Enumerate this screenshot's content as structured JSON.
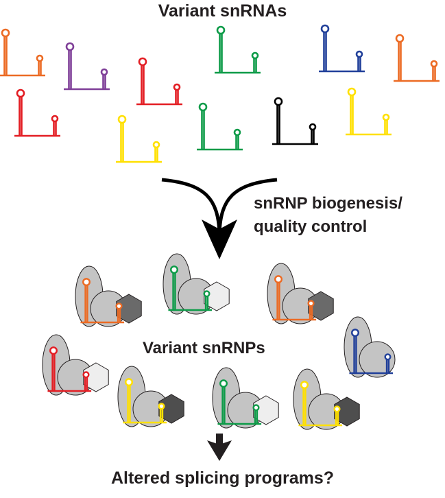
{
  "texts": {
    "title": "Variant snRNAs",
    "process_line1": "snRNP biogenesis/",
    "process_line2": "quality control",
    "middle_label": "Variant snRNPs",
    "outcome": "Altered splicing programs?"
  },
  "colors": {
    "orange": "#ec6b24",
    "purple": "#7f3f98",
    "red": "#e31e24",
    "green": "#0d9b48",
    "blue": "#21409a",
    "yellow": "#ffe000",
    "black": "#000000",
    "protein_light": "#c4c4c4",
    "hex_dark": "#6a6a6a",
    "hex_darker": "#4e4e4e",
    "hex_light": "#eeeeee"
  },
  "snrnas": [
    {
      "color": "orange"
    },
    {
      "color": "purple"
    },
    {
      "color": "red"
    },
    {
      "color": "green"
    },
    {
      "color": "blue"
    },
    {
      "color": "orange"
    },
    {
      "color": "red"
    },
    {
      "color": "yellow"
    },
    {
      "color": "green"
    },
    {
      "color": "black"
    },
    {
      "color": "yellow"
    }
  ],
  "snrnps": [
    {
      "color": "orange",
      "hex": "dark"
    },
    {
      "color": "green",
      "hex": "light"
    },
    {
      "color": "orange",
      "hex": "dark"
    },
    {
      "color": "red",
      "hex": "light"
    },
    {
      "color": "yellow",
      "hex": "darker"
    },
    {
      "color": "green",
      "hex": "light"
    },
    {
      "color": "yellow",
      "hex": "darker"
    },
    {
      "color": "blue",
      "hex": "none"
    }
  ]
}
